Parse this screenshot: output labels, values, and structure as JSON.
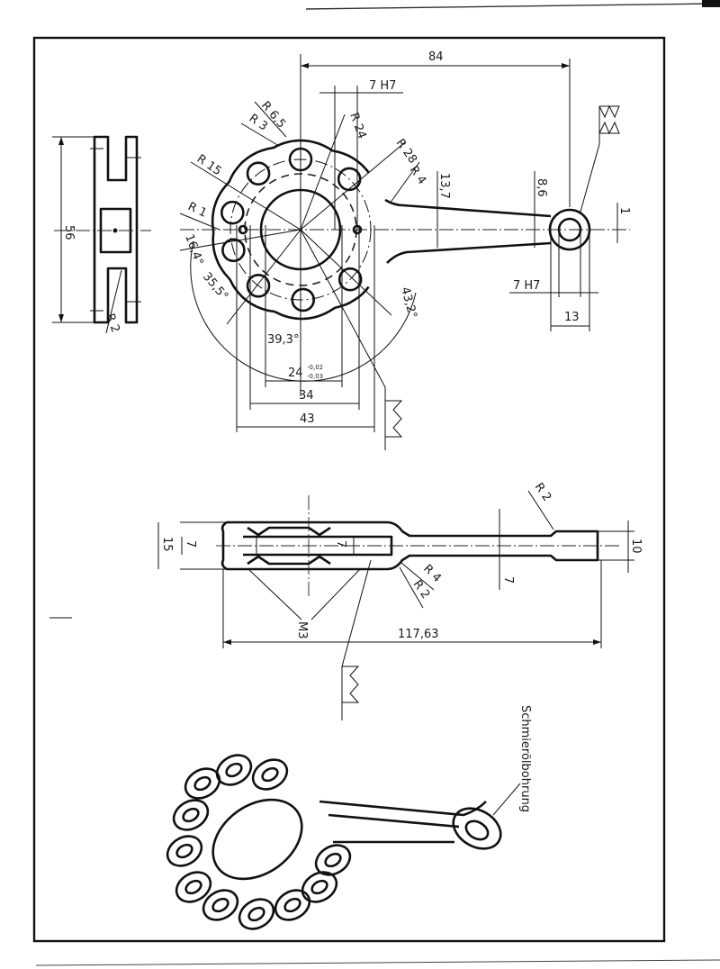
{
  "drawing": {
    "top_view": {
      "dim_84": "84",
      "dim_7h7_top": "7 H7",
      "r_6_5": "R 6,5",
      "r_3": "R 3",
      "r_24": "R 24",
      "r_28": "R 28",
      "r_4": "R 4",
      "dim_13_7": "13,7",
      "dim_8_6": "8,6",
      "dim_1": "1",
      "r_15": "R 15",
      "r_1": "R 1",
      "angle_16_4": "16,4°",
      "angle_35_5": "35,5°",
      "angle_39_3": "39,3°",
      "angle_43_2": "43,2°",
      "dim_24": "24",
      "tol_upper": "-0,02",
      "tol_lower": "-0,03",
      "dim_34": "34",
      "dim_43": "43",
      "dim_7h7_eye": "7 H7",
      "dim_13": "13"
    },
    "left_view": {
      "dim_56": "56",
      "r_2": "R 2"
    },
    "side_view": {
      "dim_15": "15",
      "dim_7_inner": "7",
      "dim_7_mid": "7",
      "r_2_top": "R 2",
      "r_4": "R 4",
      "r_2_bottom": "R 2",
      "dim_7_arm": "7",
      "dim_10": "10",
      "thread": "M3",
      "dim_117_63": "117,63"
    },
    "iso_view": {
      "callout": "Schmierölbohrung"
    }
  }
}
